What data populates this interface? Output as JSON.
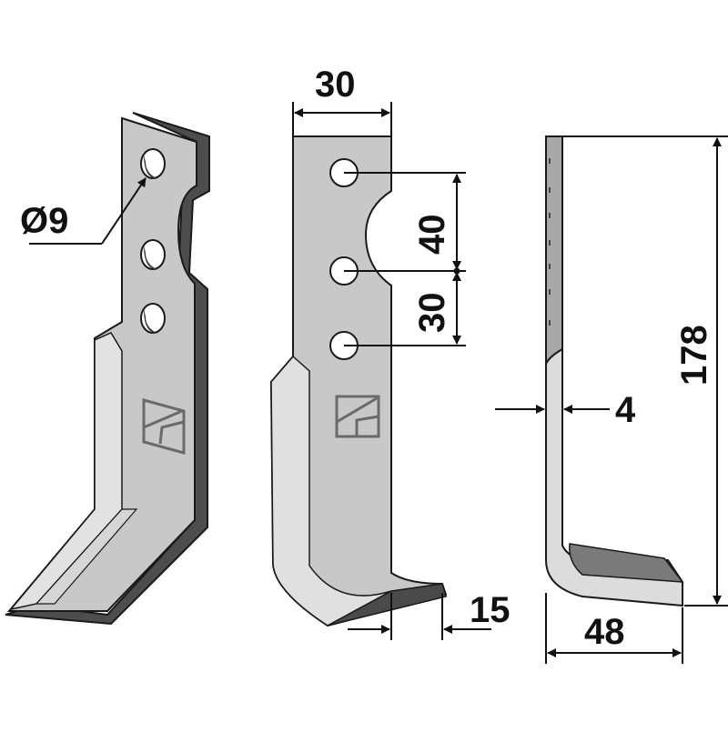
{
  "diagram": {
    "views": [
      {
        "name": "perspective-view"
      },
      {
        "name": "front-view"
      },
      {
        "name": "side-view"
      }
    ],
    "dimensions": {
      "hole_diameter": "Ø9",
      "blade_width": "30",
      "hole_spacing_upper": "40",
      "hole_spacing_lower": "30",
      "overall_height": "178",
      "thickness": "4",
      "tip_offset": "15",
      "foot_length": "48"
    },
    "colors": {
      "face": "#c6c6c6",
      "face_light": "#d9d9d9",
      "edge": "#4a4a4a",
      "outline": "#1a1a1a",
      "dim_line": "#111111"
    }
  }
}
